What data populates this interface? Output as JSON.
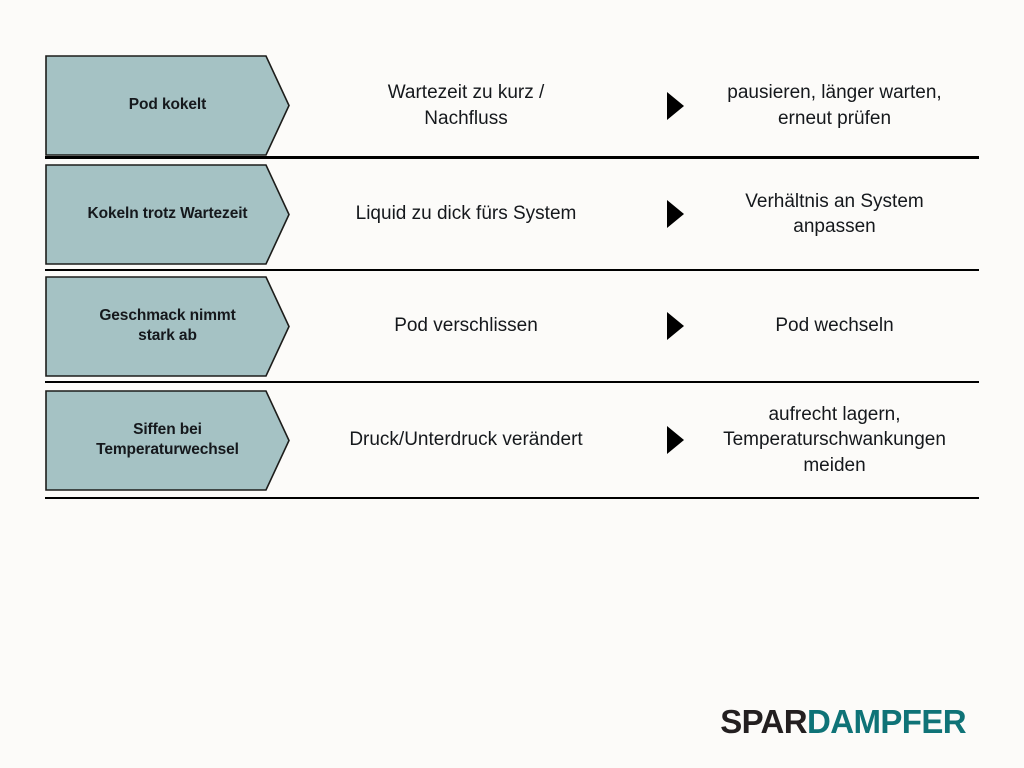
{
  "theme": {
    "background": "#fcfbf9",
    "chevron_fill": "#a5c2c4",
    "chevron_stroke": "#1d1d1b",
    "text_color": "#15181c",
    "marker_color": "#000000",
    "divider_color": "#000000",
    "logo_dark": "#231f20",
    "logo_teal": "#0f7377"
  },
  "rows": [
    {
      "symptom": "Pod kokelt",
      "cause": "Wartezeit zu kurz /\nNachfluss",
      "marker": "play-triangle-icon",
      "fix": "pausieren, länger warten,\nerneut prüfen"
    },
    {
      "symptom": "Kokeln trotz Wartezeit",
      "cause": "Liquid zu dick fürs System",
      "marker": "play-triangle-icon",
      "fix": "Verhältnis an System\nanpassen"
    },
    {
      "symptom": "Geschmack nimmt\nstark ab",
      "cause": "Pod verschlissen",
      "marker": "play-triangle-icon",
      "fix": "Pod wechseln"
    },
    {
      "symptom": "Siffen bei\nTemperaturwechsel",
      "cause": "Druck/Unterdruck verändert",
      "marker": "play-triangle-icon",
      "fix": "aufrecht lagern,\nTemperaturschwankungen\nmeiden"
    }
  ],
  "logo": {
    "part1": "SPAR",
    "part2": "DAMPFER"
  }
}
